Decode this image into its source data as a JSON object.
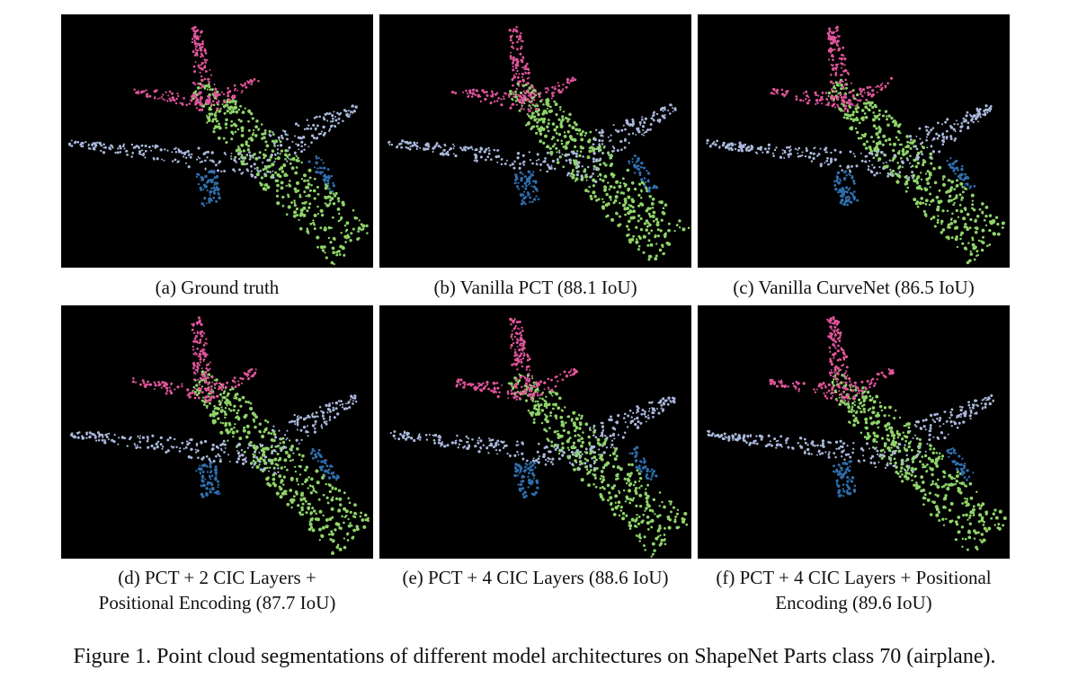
{
  "panels": [
    {
      "caption": "(a) Ground truth"
    },
    {
      "caption": "(b) Vanilla PCT (88.1 IoU)"
    },
    {
      "caption": "(c) Vanilla CurveNet (86.5 IoU)"
    },
    {
      "caption_line1": "(d) PCT + 2 CIC Layers +",
      "caption_line2": "Positional Encoding (87.7 IoU)"
    },
    {
      "caption": "(e) PCT + 4 CIC Layers (88.6 IoU)"
    },
    {
      "caption_line1": "(f) PCT + 4 CIC Layers + Positional",
      "caption_line2": "Encoding (89.6 IoU)"
    }
  ],
  "figure_caption": "Figure 1. Point cloud segmentations of different model architectures on ShapeNet Parts class 70 (airplane).",
  "colors": {
    "panel_background": "#000000",
    "body_part": "#8fd46a",
    "wing_part": "#aab9dc",
    "tail_part": "#e0559a",
    "engine_part": "#2f6fae"
  }
}
